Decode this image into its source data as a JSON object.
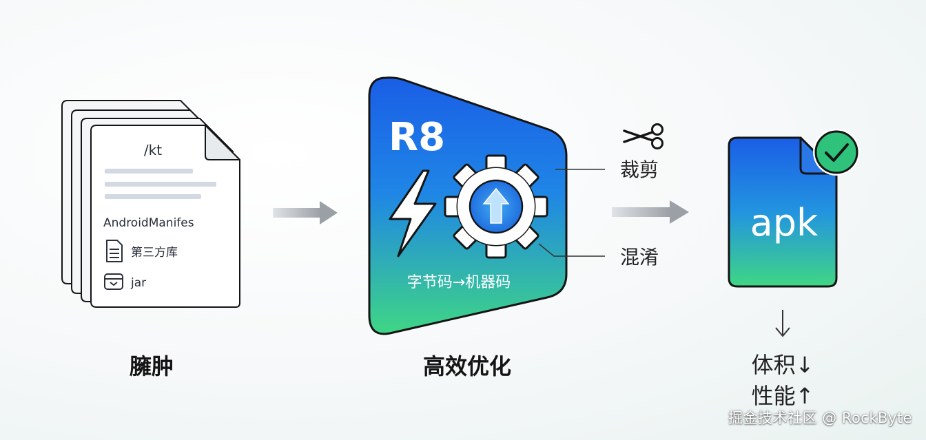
{
  "input": {
    "file_ext": "/kt",
    "manifest": "AndroidManifes",
    "third_party": "第三方库",
    "jar": "jar",
    "caption": "臃肿"
  },
  "r8": {
    "title": "R8",
    "subtitle": "字节码→机器码",
    "caption": "高效优化"
  },
  "actions": {
    "trim": "裁剪",
    "obfuscate": "混淆"
  },
  "output": {
    "file": "apk",
    "result_size": "体积↓",
    "result_perf": "性能↑"
  },
  "watermark": "掘金技术社区 @ RockByte",
  "colors": {
    "blue": "#1a62e6",
    "green": "#34d17c",
    "check": "#2ec27a"
  },
  "icons": [
    "stacked-docs",
    "lightning-icon",
    "gear-icon",
    "up-arrow-icon",
    "scissors-icon",
    "check-icon",
    "document-lines-icon",
    "archive-icon",
    "down-arrow-icon"
  ]
}
